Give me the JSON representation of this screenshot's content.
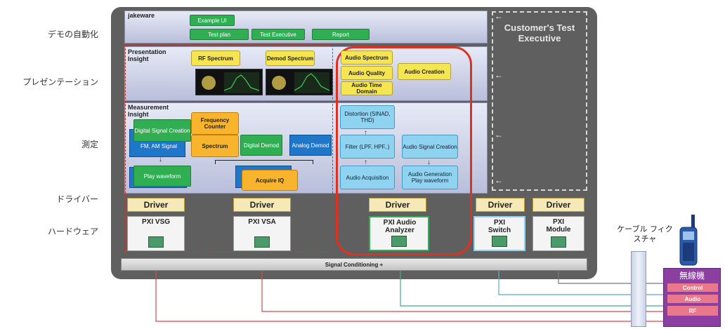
{
  "row_labels": {
    "automation": "デモの自動化",
    "presentation": "プレゼンテーション",
    "measurement": "測定",
    "driver": "ドライバー",
    "hardware": "ハードウェア"
  },
  "jakeware": {
    "title": "jakeware",
    "example_ui": "Example UI",
    "test_plan": "Test plan",
    "test_executive": "Test Executive",
    "report": "Report"
  },
  "customer_test_executive": "Customer's Test Executive",
  "presentation": {
    "title": "Presentation Insight",
    "rf_spectrum": "RF Spectrum",
    "demod_spectrum": "Demod Spectrum",
    "audio_spectrum": "Audio Spectrum",
    "audio_quality": "Audio Quality",
    "audio_time_domain": "Audio Time Domain",
    "audio_creation": "Audio Creation"
  },
  "measurement": {
    "title": "Measurement Insight",
    "digital_signal_creation": "Digital Signal Creation",
    "fm_am_signal": "FM, AM Signal",
    "play_waveform": "Play waveform",
    "frequency_counter": "Frequency Counter",
    "spectrum": "Spectrum",
    "digital_demod": "Digital Demod",
    "analog_demod": "Analog Demod",
    "acquire_iq": "Acquire IQ",
    "distortion": "Distortion (SINAD, THD)",
    "filter": "Filter (LPF, HPF..)",
    "audio_acquisition": "Audio Acquisition",
    "audio_signal_creation": "Audio Signal Creation",
    "audio_generation": "Audio Generation Play waveform"
  },
  "drivers": [
    "Driver",
    "Driver",
    "Driver",
    "Driver",
    "Driver"
  ],
  "hardware": {
    "vsg": "PXI VSG",
    "vsa": "PXI VSA",
    "audio_analyzer": "PXI Audio Analyzer",
    "switch": "PXI Switch",
    "module": "PXI Module"
  },
  "signal_conditioning": "Signal Conditioning +",
  "cable_fixture": "ケーブル フィクスチャ",
  "device": {
    "title": "無線機",
    "control": "Control",
    "audio": "Audio",
    "rf": "RF"
  },
  "colors": {
    "panel": "#5f5f5f",
    "red_highlight": "#e03020",
    "green": "#2fae52",
    "yellow": "#f6e552",
    "light_blue": "#8fd3f0",
    "device_purple": "#8b3fa0"
  }
}
